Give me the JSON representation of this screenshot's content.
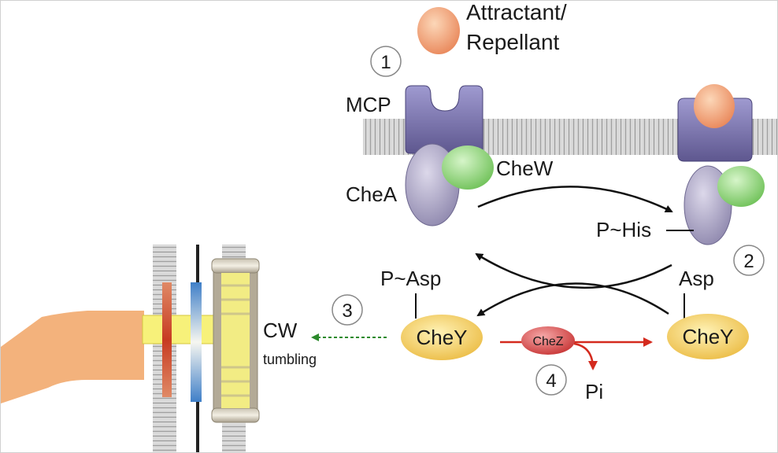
{
  "labels": {
    "attractant_line1": "Attractant/",
    "attractant_line2": "Repellant",
    "mcp": "MCP",
    "chea": "CheA",
    "chew": "CheW",
    "p_his": "P~His",
    "p_asp": "P~Asp",
    "asp": "Asp",
    "chey_left": "CheY",
    "chey_right": "CheY",
    "chez": "CheZ",
    "pi": "Pi",
    "cw": "CW",
    "tumbling": "tumbling"
  },
  "steps": [
    "1",
    "2",
    "3",
    "4"
  ],
  "colors": {
    "ligand": "#f0a070",
    "receptor": "#7e78b0",
    "chea": "#a39cc0",
    "chew": "#8fd67a",
    "chey": "#f2cc55",
    "chez": "#d84c4c",
    "red_arrow": "#d42a1e",
    "green_arrow": "#2c8a2c",
    "motor_tan": "#f0b27a",
    "membrane": "#b4b4b4"
  }
}
